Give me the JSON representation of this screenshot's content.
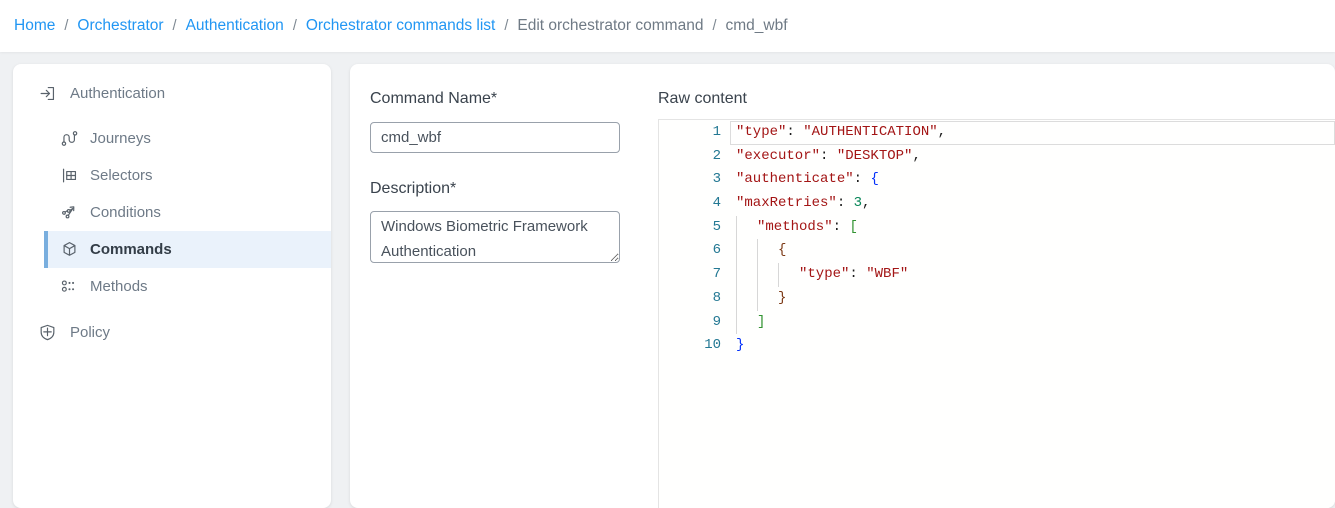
{
  "breadcrumb": {
    "separator": "/",
    "items": [
      {
        "label": "Home",
        "link": true
      },
      {
        "label": "Orchestrator",
        "link": true
      },
      {
        "label": "Authentication",
        "link": true
      },
      {
        "label": "Orchestrator commands list",
        "link": true
      },
      {
        "label": "Edit orchestrator command",
        "link": false
      },
      {
        "label": "cmd_wbf",
        "link": false
      }
    ]
  },
  "sidebar": {
    "items": [
      {
        "label": "Authentication",
        "icon": "login-icon",
        "level": "root",
        "active": false
      },
      {
        "label": "Journeys",
        "icon": "journeys-icon",
        "level": "sub",
        "active": false
      },
      {
        "label": "Selectors",
        "icon": "selectors-icon",
        "level": "sub",
        "active": false
      },
      {
        "label": "Conditions",
        "icon": "conditions-icon",
        "level": "sub",
        "active": false
      },
      {
        "label": "Commands",
        "icon": "commands-icon",
        "level": "sub",
        "active": true
      },
      {
        "label": "Methods",
        "icon": "methods-icon",
        "level": "sub",
        "active": false
      },
      {
        "label": "Policy",
        "icon": "policy-icon",
        "level": "root",
        "active": false
      }
    ]
  },
  "form": {
    "command_name": {
      "label": "Command Name*",
      "value": "cmd_wbf"
    },
    "description": {
      "label": "Description*",
      "value": "Windows Biometric Framework Authentication"
    }
  },
  "editor": {
    "label": "Raw content",
    "lines": [
      {
        "number": "1",
        "indent": 0,
        "current": true,
        "tokens": [
          {
            "t": "str",
            "x": "\"type\""
          },
          {
            "t": "punct",
            "x": ": "
          },
          {
            "t": "str",
            "x": "\"AUTHENTICATION\""
          },
          {
            "t": "punct",
            "x": ","
          }
        ]
      },
      {
        "number": "2",
        "indent": 0,
        "tokens": [
          {
            "t": "str",
            "x": "\"executor\""
          },
          {
            "t": "punct",
            "x": ": "
          },
          {
            "t": "str",
            "x": "\"DESKTOP\""
          },
          {
            "t": "punct",
            "x": ","
          }
        ]
      },
      {
        "number": "3",
        "indent": 0,
        "tokens": [
          {
            "t": "str",
            "x": "\"authenticate\""
          },
          {
            "t": "punct",
            "x": ": "
          },
          {
            "t": "br0",
            "x": "{"
          }
        ]
      },
      {
        "number": "4",
        "indent": 0,
        "tokens": [
          {
            "t": "str",
            "x": "\"maxRetries\""
          },
          {
            "t": "punct",
            "x": ": "
          },
          {
            "t": "num",
            "x": "3"
          },
          {
            "t": "punct",
            "x": ","
          }
        ]
      },
      {
        "number": "5",
        "indent": 1,
        "tokens": [
          {
            "t": "str",
            "x": "\"methods\""
          },
          {
            "t": "punct",
            "x": ": "
          },
          {
            "t": "br1",
            "x": "["
          }
        ]
      },
      {
        "number": "6",
        "indent": 2,
        "tokens": [
          {
            "t": "br2",
            "x": "{"
          }
        ]
      },
      {
        "number": "7",
        "indent": 3,
        "tokens": [
          {
            "t": "str",
            "x": "\"type\""
          },
          {
            "t": "punct",
            "x": ": "
          },
          {
            "t": "str",
            "x": "\"WBF\""
          }
        ]
      },
      {
        "number": "8",
        "indent": 2,
        "tokens": [
          {
            "t": "br2",
            "x": "}"
          }
        ]
      },
      {
        "number": "9",
        "indent": 1,
        "tokens": [
          {
            "t": "br1",
            "x": "]"
          }
        ]
      },
      {
        "number": "10",
        "indent": 0,
        "tokens": [
          {
            "t": "br0",
            "x": "}"
          }
        ]
      }
    ]
  },
  "colors": {
    "link-blue": "#2196f3",
    "breadcrumb-muted": "#6f7a85",
    "sidebar-item": "#6e7a87",
    "sidebar-active-text": "#333d47",
    "sidebar-active-bg": "#eaf2fb",
    "sidebar-active-bar": "#79aede",
    "code-string": "#a31515",
    "code-number": "#098658",
    "code-punct": "#1c1c1c",
    "code-bracket-1": "#0431fa",
    "code-bracket-2": "#319331",
    "code-bracket-3": "#7b3814",
    "code-line-number": "#237893"
  }
}
